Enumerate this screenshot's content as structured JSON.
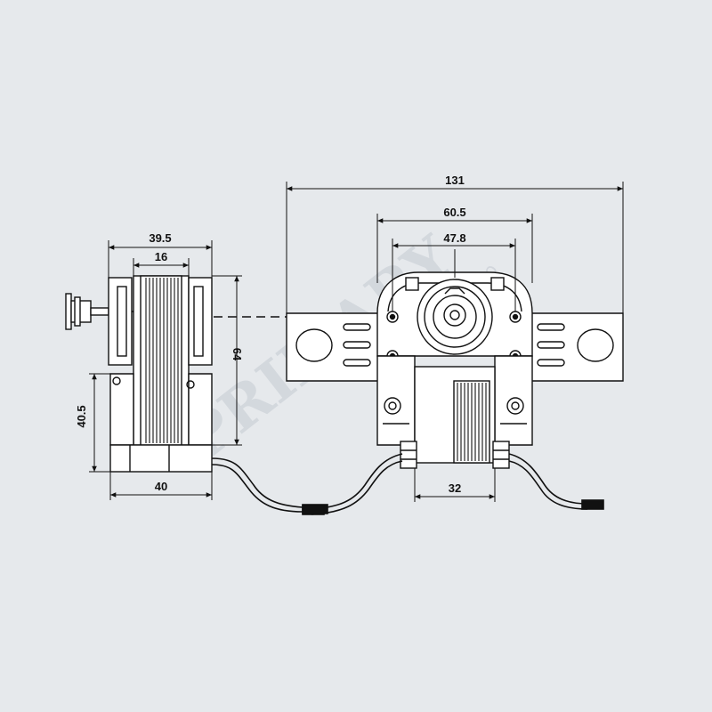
{
  "watermark": {
    "text": "PRIMARY",
    "suffix": "co"
  },
  "dimensions": {
    "side_width_top": "39.5",
    "side_core_width": "16",
    "side_height": "64",
    "side_lower_height": "40.5",
    "side_base_width": "40",
    "front_overall_width": "131",
    "front_mid_width": "60.5",
    "front_inner_width": "47.8",
    "front_coil_width": "32"
  },
  "colors": {
    "background": "#e6e9ec",
    "line": "#111111"
  }
}
